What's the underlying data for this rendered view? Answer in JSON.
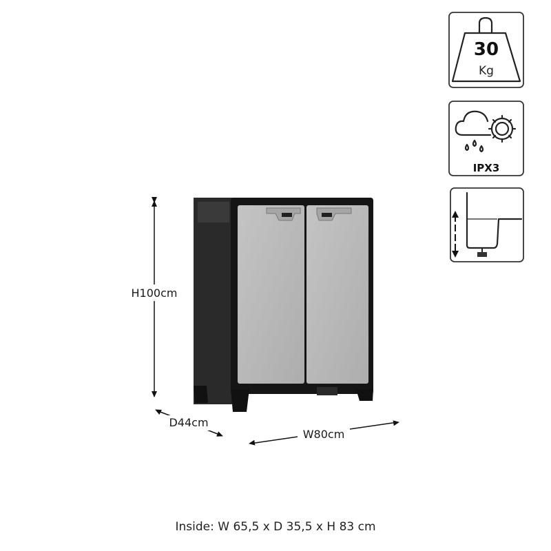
{
  "dimensions": {
    "height": "H100cm",
    "depth": "D44cm",
    "width": "W80cm"
  },
  "inside_dimensions": "Inside: W 65,5 x D 35,5 x H 83 cm",
  "features": {
    "load": {
      "value": "30",
      "unit": "Kg",
      "icon": "weight-icon"
    },
    "weather": {
      "label": "IPX3",
      "icon": "weather-resistant-icon"
    },
    "feet": {
      "icon": "adjustable-feet-icon"
    }
  },
  "colors": {
    "cabinet_body": "#1c1c1c",
    "door": "#b9b9b9",
    "handle": "#a8a8a8"
  }
}
